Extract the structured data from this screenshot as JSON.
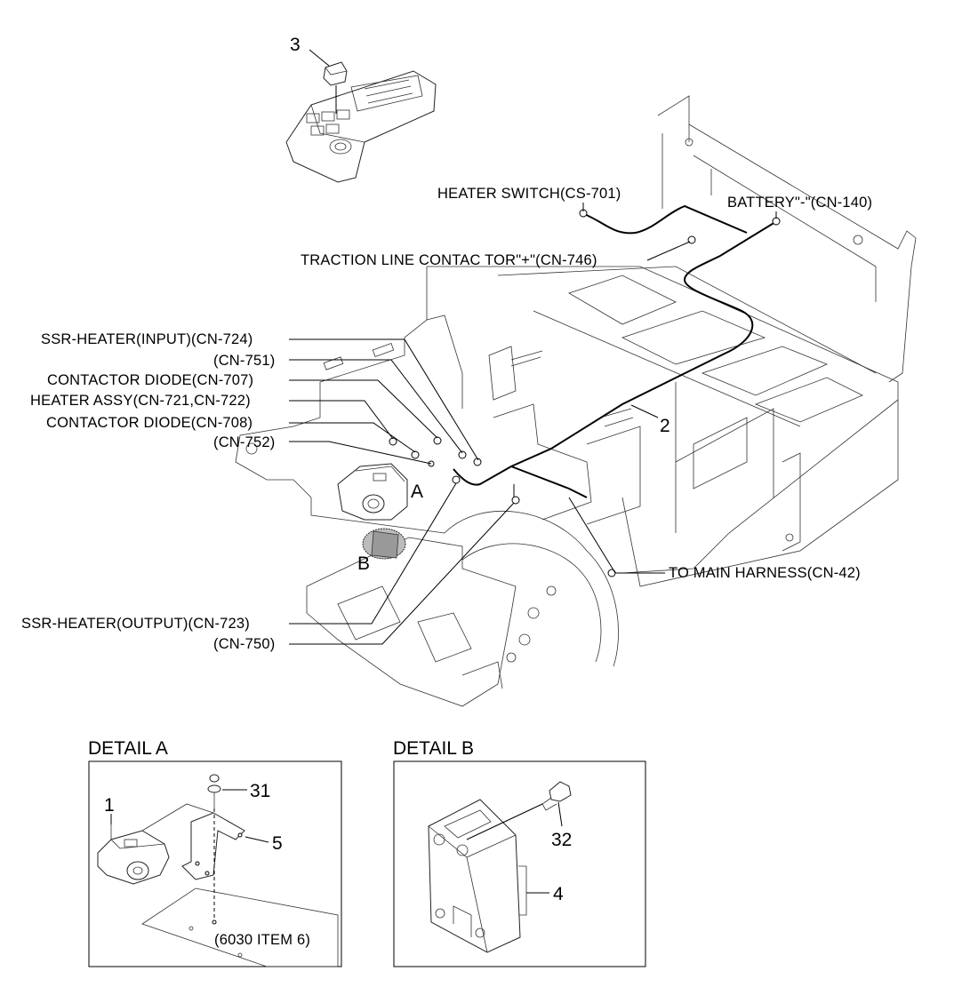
{
  "labels": {
    "heater_switch": "HEATER SWITCH(CS-701)",
    "battery": "BATTERY\"-\"(CN-140)",
    "traction_line": "TRACTION LINE CONTAC TOR\"+\"(CN-746)",
    "ssr_input": "SSR-HEATER(INPUT)(CN-724)",
    "cn751": "(CN-751)",
    "contactor_diode_707": "CONTACTOR DIODE(CN-707)",
    "heater_assy": "HEATER ASSY(CN-721,CN-722)",
    "contactor_diode_708": "CONTACTOR DIODE(CN-708)",
    "cn752": "(CN-752)",
    "to_main_harness": "TO MAIN HARNESS(CN-42)",
    "ssr_output": "SSR-HEATER(OUTPUT)(CN-723)",
    "cn750": "(CN-750)",
    "item6": "(6030 ITEM 6)"
  },
  "callouts": {
    "n1": "1",
    "n2": "2",
    "n3": "3",
    "n4": "4",
    "n5": "5",
    "n31": "31",
    "n32": "32",
    "detail_a_letter": "A",
    "detail_b_letter": "B"
  },
  "details": {
    "a_title": "DETAIL A",
    "b_title": "DETAIL B"
  }
}
